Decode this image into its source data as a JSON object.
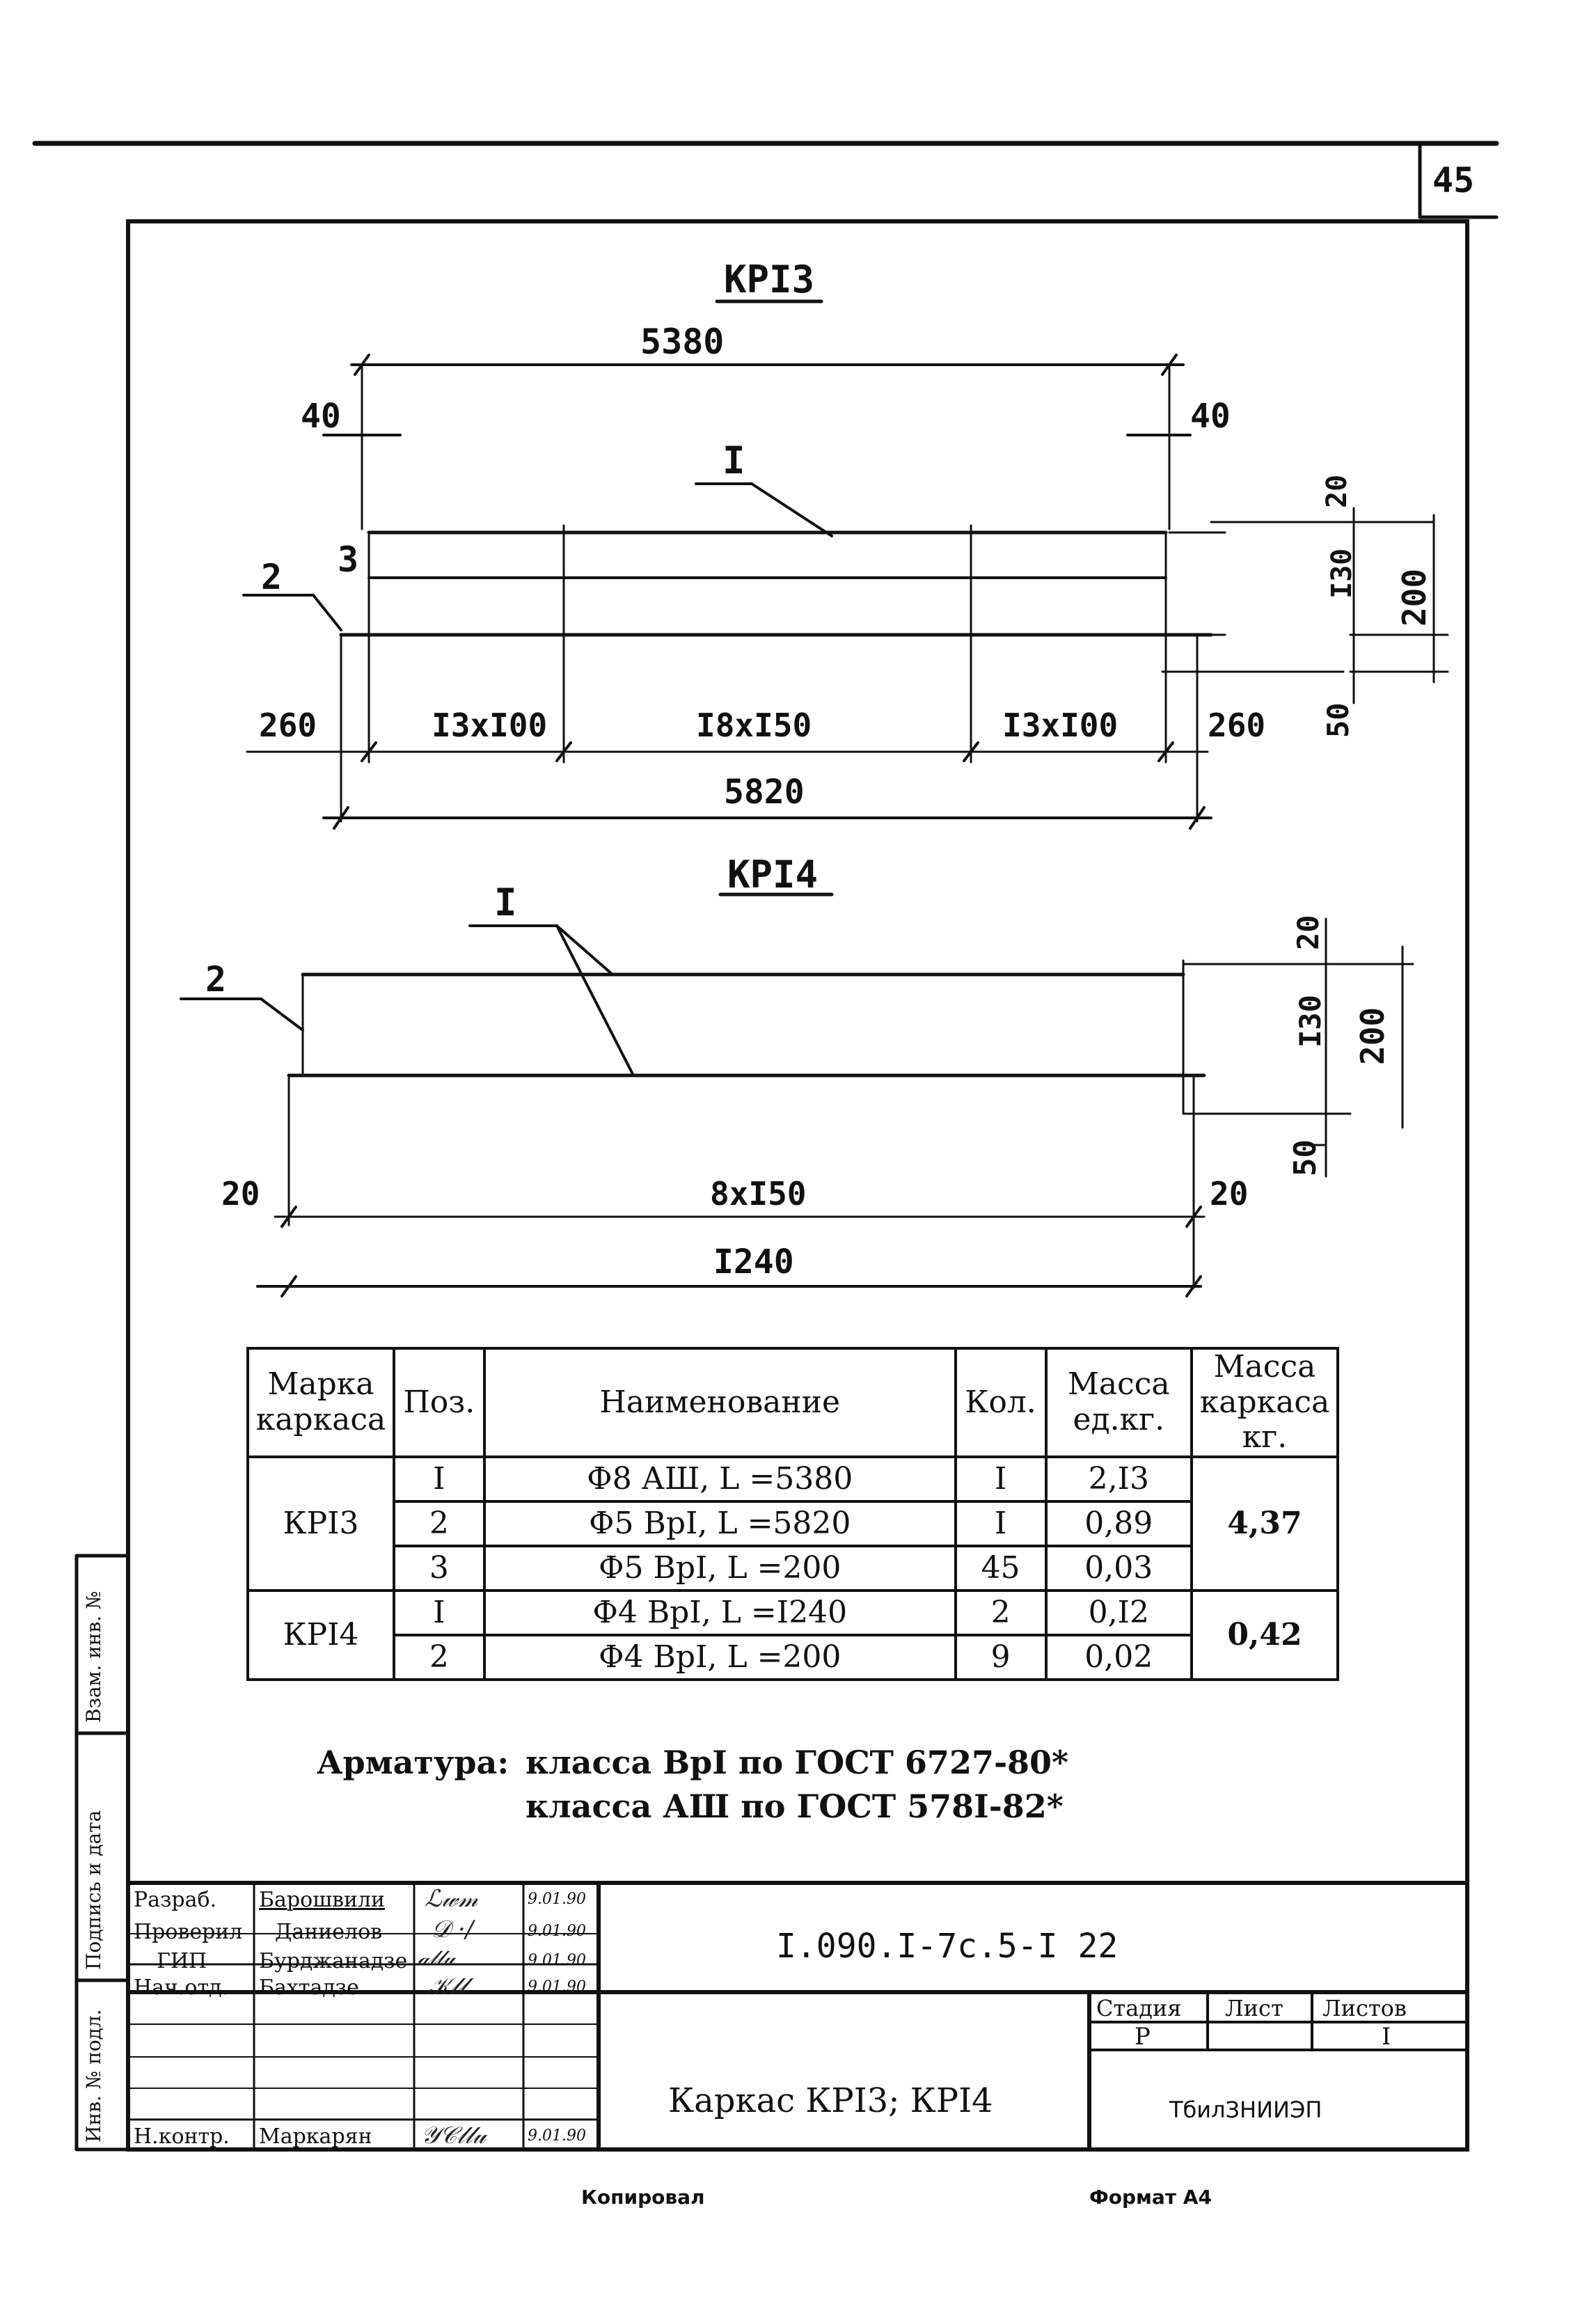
{
  "sheet_number": "45",
  "kr13": {
    "title": "КРI3",
    "dim_top": "5380",
    "dim_left_40": "40",
    "dim_right_40": "40",
    "pos1": "I",
    "pos2": "2",
    "pos3": "3",
    "dim_20": "20",
    "dim_130": "I30",
    "dim_200": "200",
    "dim_50": "50",
    "seg_left": "260",
    "seg_a": "I3xI00",
    "seg_b": "I8xI50",
    "seg_c": "I3xI00",
    "seg_right": "260",
    "dim_bottom": "5820"
  },
  "kr14": {
    "title": "КРI4",
    "pos1": "I",
    "pos2": "2",
    "dim_20": "20",
    "dim_130": "I30",
    "dim_200": "200",
    "dim_50": "50",
    "seg_left": "20",
    "seg_mid": "8xI50",
    "seg_right": "20",
    "dim_bottom": "I240"
  },
  "table": {
    "headers": {
      "mark": "Марка каркаса",
      "pos": "Поз.",
      "name": "Наименование",
      "qty": "Кол.",
      "unit_mass": "Масса ед.кг.",
      "frame_mass": "Масса каркаса кг."
    },
    "groups": [
      {
        "mark": "КРI3",
        "frame_mass": "4,37",
        "rows": [
          {
            "pos": "I",
            "name": "Ф8 АШ, L =5380",
            "qty": "I",
            "mass": "2,I3"
          },
          {
            "pos": "2",
            "name": "Ф5 ВрI, L =5820",
            "qty": "I",
            "mass": "0,89"
          },
          {
            "pos": "3",
            "name": "Ф5 ВрI, L =200",
            "qty": "45",
            "mass": "0,03"
          }
        ]
      },
      {
        "mark": "КРI4",
        "frame_mass": "0,42",
        "rows": [
          {
            "pos": "I",
            "name": "Ф4 ВрI, L =I240",
            "qty": "2",
            "mass": "0,I2"
          },
          {
            "pos": "2",
            "name": "Ф4 ВрI, L =200",
            "qty": "9",
            "mass": "0,02"
          }
        ]
      }
    ]
  },
  "note": {
    "label": "Арматура:",
    "line1": "класса  ВрI по ГОСТ 6727-80*",
    "line2": "класса  АШ  по ГОСТ 578I-82*"
  },
  "stamp": {
    "roles": [
      "Разраб.",
      "Проверил",
      "ГИП",
      "Нач.отд.",
      "",
      "",
      "",
      "Н.контр."
    ],
    "names": [
      "Барошвили",
      "Даниелов",
      "Бурджанадзе",
      "Бахтадзе",
      "",
      "",
      "",
      "Маркарян"
    ],
    "dates": [
      "9.01.90",
      "9.01.90",
      "9.01.90",
      "9.01.90",
      "",
      "",
      "",
      "9.01.90"
    ],
    "doc_code": "I.090.I-7с.5-I 22",
    "sheet_title": "Каркас  КРI3; КРI4",
    "stage_label": "Стадия",
    "sheet_label": "Лист",
    "sheets_label": "Листов",
    "stage_value": "Р",
    "sheets_value": "I",
    "org": "ТбилЗНИИЭП"
  },
  "side_labels": [
    "Инв. № подл.",
    "Подпись и дата",
    "Взам. инв. №"
  ],
  "footer": {
    "copied": "Копировал",
    "format": "Формат А4"
  }
}
